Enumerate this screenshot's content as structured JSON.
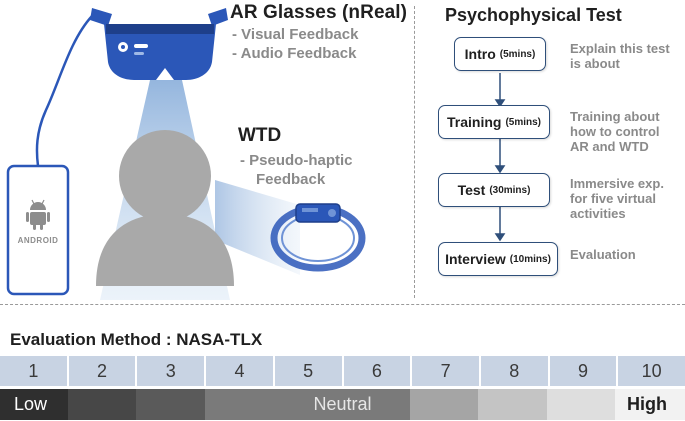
{
  "left_panel": {
    "glasses_title": "AR Glasses (nReal)",
    "glasses_features": [
      "- Visual Feedback",
      "- Audio Feedback"
    ],
    "wtd_title": "WTD",
    "wtd_features": [
      "- Pseudo-haptic",
      "Feedback"
    ],
    "phone_label": "ANDROID"
  },
  "test_panel": {
    "title": "Psychophysical Test",
    "steps": [
      {
        "name": "Intro",
        "duration": "(5mins)",
        "desc": [
          "Explain this test",
          "is about"
        ]
      },
      {
        "name": "Training",
        "duration": "(5mins)",
        "desc": [
          "Training about",
          "how to control",
          "AR and WTD"
        ]
      },
      {
        "name": "Test",
        "duration": "(30mins)",
        "desc": [
          "Immersive exp.",
          "for five virtual",
          "activities"
        ]
      },
      {
        "name": "Interview",
        "duration": "(10mins)",
        "desc": [
          "Evaluation"
        ]
      }
    ]
  },
  "evaluation": {
    "title": "Evaluation Method : NASA-TLX",
    "scale": [
      "1",
      "2",
      "3",
      "4",
      "5",
      "6",
      "7",
      "8",
      "9",
      "10"
    ],
    "labels": {
      "low": "Low",
      "neutral": "Neutral",
      "high": "High"
    },
    "colors": {
      "scale_bg": "#c8d3e3",
      "grade": [
        "#2f2f2f",
        "#474747",
        "#5a5a5a",
        "#7a7a7a",
        "#8c8c8c",
        "#a5a5a5",
        "#c4c4c4",
        "#dedede"
      ]
    }
  },
  "colors": {
    "device_blue": "#2b57b8",
    "box_border": "#2f4f7a"
  }
}
